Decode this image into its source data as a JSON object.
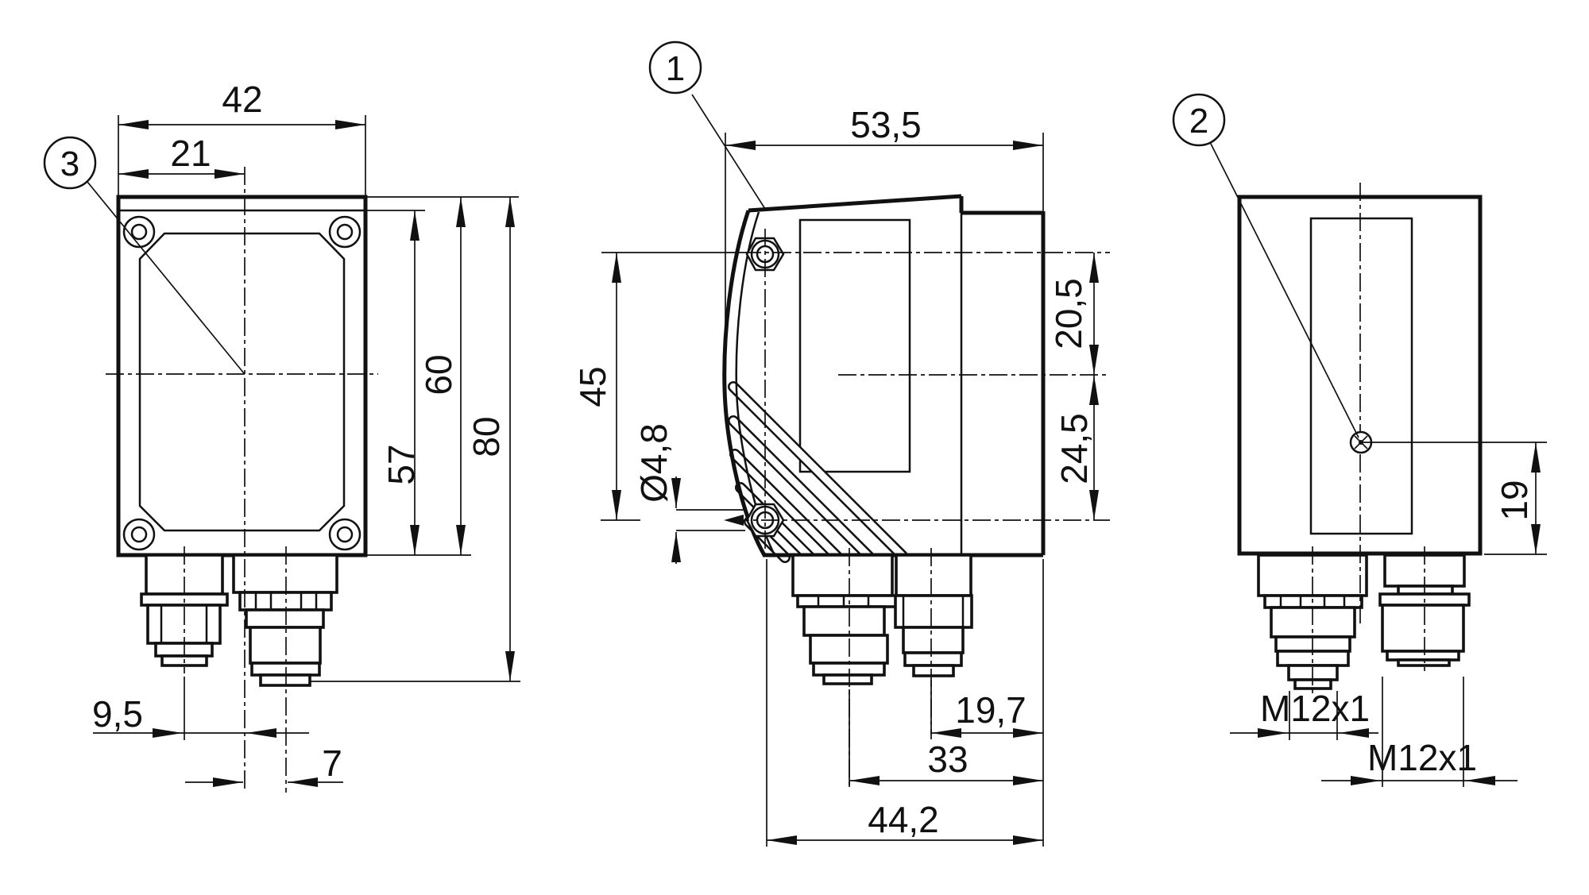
{
  "colors": {
    "ink": "#111111",
    "background": "#ffffff"
  },
  "callouts": {
    "one": "1",
    "two": "2",
    "three": "3"
  },
  "front_view": {
    "width": "42",
    "half_width": "21",
    "panel_height": "57",
    "body_height": "60",
    "total_height": "80",
    "left_connector_offset": "9,5",
    "right_connector_offset": "7"
  },
  "side_view": {
    "depth": "53,5",
    "screw_distance": "45",
    "screw_hole_diameter": "Ø4,8",
    "upper_section": "20,5",
    "lower_section": "24,5",
    "rear_connector_distance": "19,7",
    "front_connector_distance": "33",
    "bottom_depth": "44,2"
  },
  "back_view": {
    "reference_height": "19",
    "left_thread": "M12x1",
    "right_thread": "M12x1"
  }
}
